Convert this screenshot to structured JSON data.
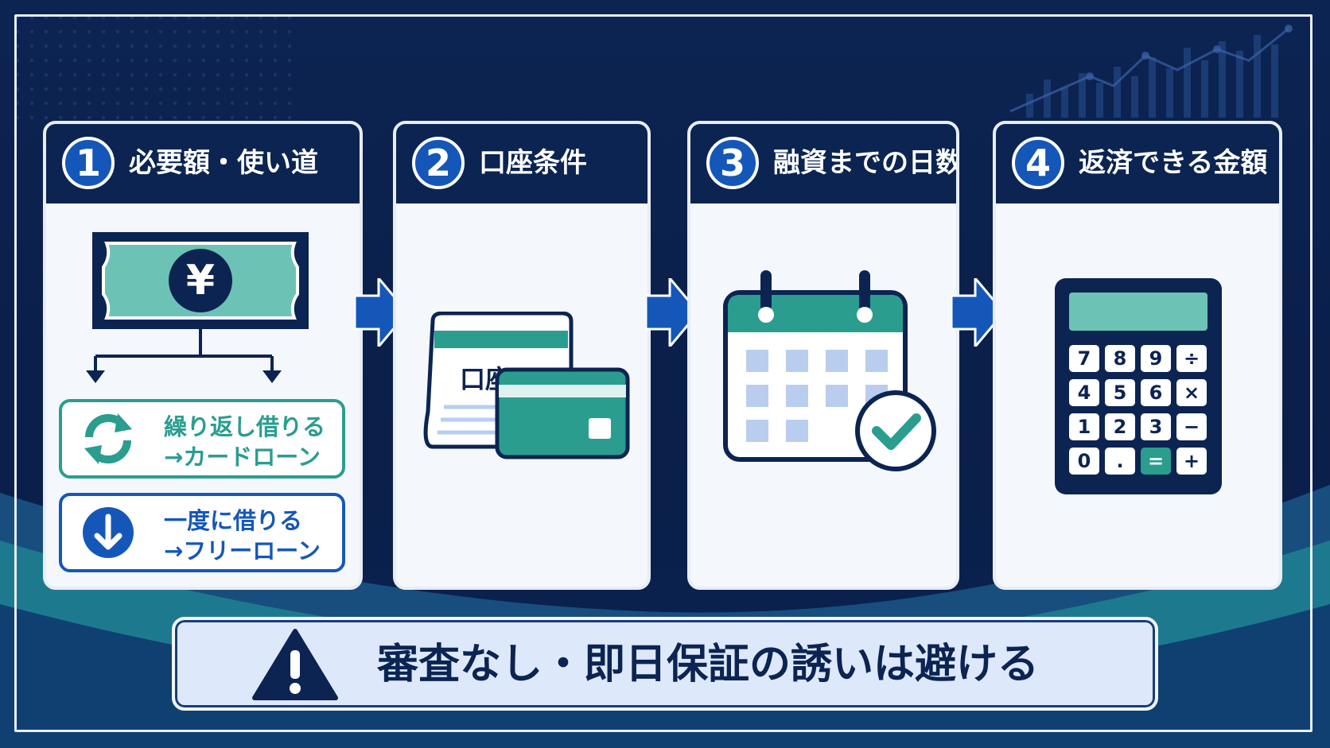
{
  "steps": [
    {
      "number": "1",
      "title": "必要額・使い道"
    },
    {
      "number": "2",
      "title": "口座条件"
    },
    {
      "number": "3",
      "title": "融資までの日数"
    },
    {
      "number": "4",
      "title": "返済できる金額"
    }
  ],
  "step1": {
    "banknote_symbol": "¥",
    "option_repeat": {
      "line1": "繰り返し借りる",
      "line2": "→カードローン"
    },
    "option_once": {
      "line1": "一度に借りる",
      "line2": "→フリーローン"
    }
  },
  "step2": {
    "passbook_label": "口座"
  },
  "step4": {
    "keys": [
      [
        "7",
        "8",
        "9",
        "÷"
      ],
      [
        "4",
        "5",
        "6",
        "×"
      ],
      [
        "1",
        "2",
        "3",
        "−"
      ],
      [
        "0",
        ".",
        "=",
        "+"
      ]
    ]
  },
  "warning": {
    "text": "審査なし・即日保証の誘いは避ける"
  },
  "colors": {
    "navy": "#0c2452",
    "blue": "#1557b8",
    "teal": "#2a9d8f",
    "light_teal": "#6cc3b5",
    "calendar_cell": "#b9cdee"
  }
}
